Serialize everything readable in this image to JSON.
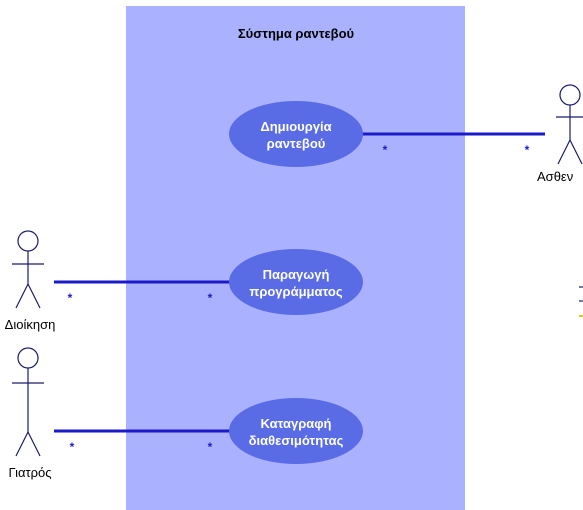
{
  "system": {
    "title": "Σύστημα ραντεβού"
  },
  "use_cases": [
    {
      "line1": "Δημιουργία",
      "line2": "ραντεβού"
    },
    {
      "line1": "Παραγωγή",
      "line2": "προγράμματος"
    },
    {
      "line1": "Καταγραφή",
      "line2": "διαθεσιμότητας"
    }
  ],
  "actors": {
    "patient": "Ασθεν",
    "admin": "Διοίκηση",
    "doctor": "Γιατρός"
  },
  "multiplicity": "*",
  "colors": {
    "boundary": "#aab2ff",
    "use_case": "#5a6be6",
    "association": "#1a1ac8",
    "multiplicity": "#1a1ac8",
    "side_mark": "#e8c020"
  }
}
